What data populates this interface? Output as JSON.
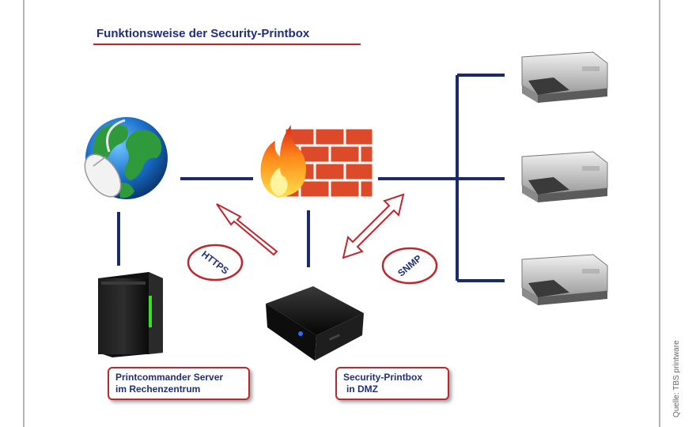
{
  "title": "Funktionsweise der Security-Printbox",
  "nodes": {
    "server_label_line1": "Printcommander Server",
    "server_label_line2": "im Rechenzentrum",
    "printbox_label_line1": "Security-Printbox",
    "printbox_label_line2": "in DMZ"
  },
  "protocols": {
    "https": "HTTPS",
    "snmp": "SNMP"
  },
  "credit": "Quelle: TBS printware",
  "icons": [
    "globe-mouse-icon",
    "firewall-icon",
    "server-tower-icon",
    "mini-pc-icon",
    "printer-icon"
  ],
  "colors": {
    "line": "#1c2a6b",
    "accent_red": "#c0272d",
    "title": "#1f2f7a"
  }
}
